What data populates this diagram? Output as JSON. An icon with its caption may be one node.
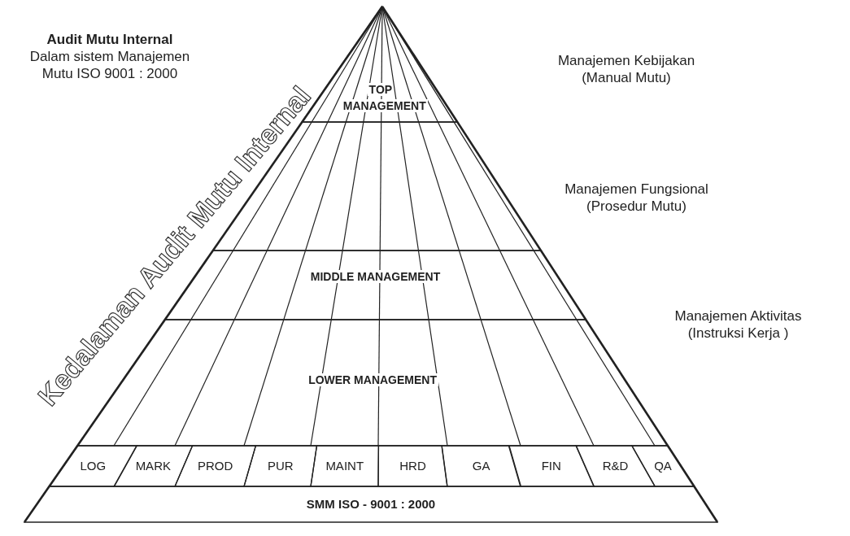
{
  "diagram": {
    "nodes": [
      {
        "text": [
          "TOP MANAGEMENT"
        ]
      },
      {
        "text": [
          "MIDDLE MANAGEMENT"
        ]
      },
      {
        "text": [
          "LOWER MANAGEMENT"
        ]
      },
      {
        "text": [
          "LOG"
        ]
      },
      {
        "text": [
          "MARK"
        ]
      },
      {
        "text": [
          "PROD"
        ]
      },
      {
        "text": [
          "PUR"
        ]
      },
      {
        "text": [
          "MAINT"
        ]
      },
      {
        "text": [
          "HRD"
        ]
      },
      {
        "text": [
          "GA"
        ]
      },
      {
        "text": [
          "FIN"
        ]
      },
      {
        "text": [
          "R&D"
        ]
      },
      {
        "text": [
          "QA"
        ]
      },
      {
        "text": [
          "SMM ISO  -  9001 : 2000"
        ]
      }
    ],
    "edges": [],
    "labels": [
      "Audit Mutu Internal",
      "Dalam sistem Manajemen Mutu ISO 9001 : 2000",
      "Manajemen Kebijakan (Manual Mutu)",
      "Manajemen Fungsional (Prosedur Mutu)",
      "Kedalaman Audit Mutu Internal",
      "Manajemen Aktivitas (Instruksi Kerja )"
    ]
  }
}
